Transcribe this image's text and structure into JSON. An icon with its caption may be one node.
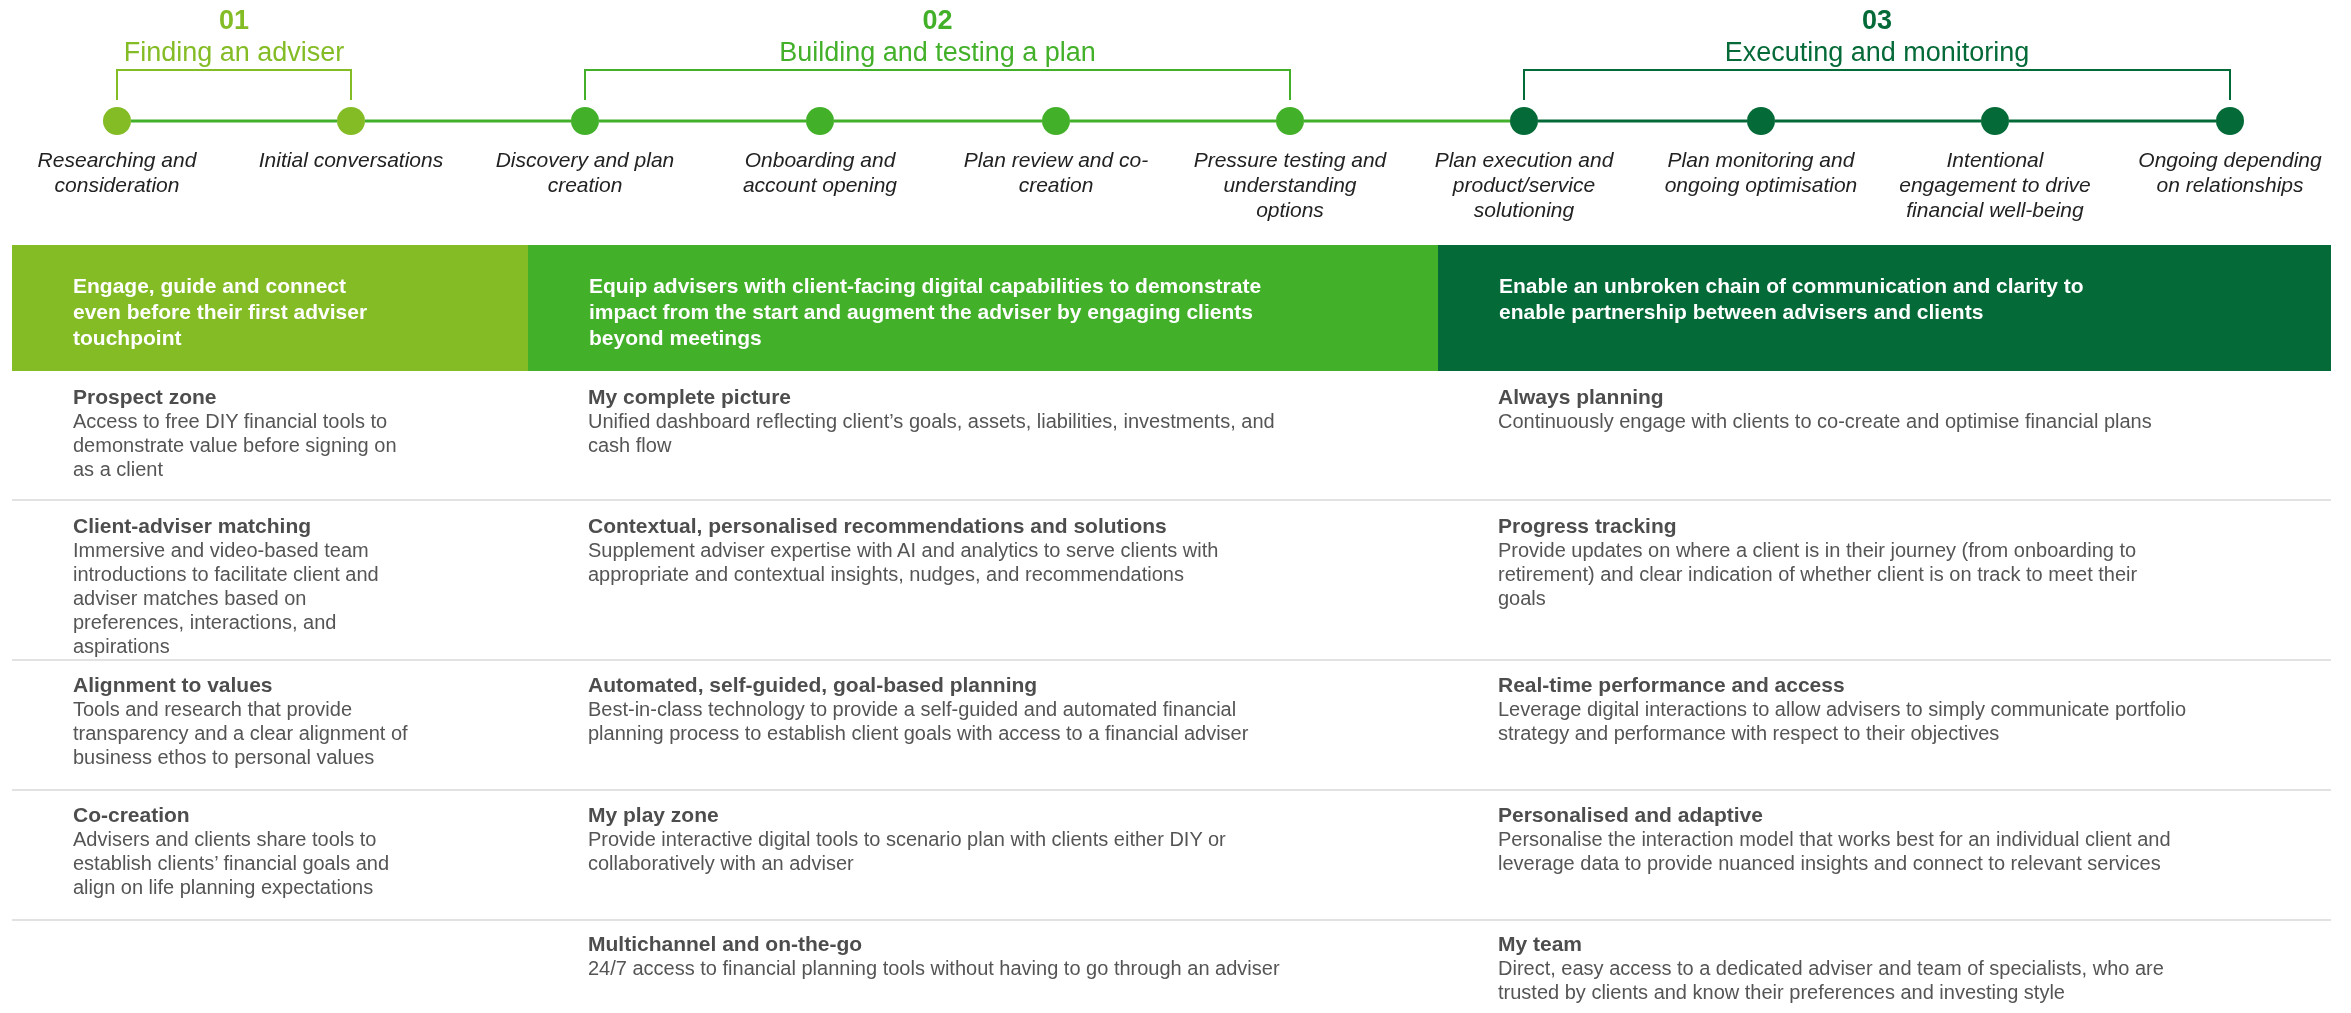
{
  "diagram": {
    "nodes": [
      {
        "text": [],
        "shape": "circle",
        "beside": [
          "Researching and consideration"
        ]
      },
      {
        "text": [],
        "shape": "circle",
        "beside": [
          "Initial conversations"
        ]
      },
      {
        "text": [],
        "shape": "circle",
        "beside": [
          "Discovery and plan creation"
        ]
      },
      {
        "text": [],
        "shape": "circle",
        "beside": [
          "Onboarding and account opening"
        ]
      },
      {
        "text": [],
        "shape": "circle",
        "beside": [
          "Plan review and co-creation"
        ]
      },
      {
        "text": [],
        "shape": "circle",
        "beside": [
          "Pressure testing and understanding options"
        ]
      },
      {
        "text": [],
        "shape": "circle",
        "beside": [
          "Plan execution and product/service solutioning"
        ]
      },
      {
        "text": [],
        "shape": "circle",
        "beside": [
          "Plan monitoring and ongoing optimisation"
        ]
      },
      {
        "text": [],
        "shape": "circle",
        "beside": [
          "Intentional engagement to drive financial well-being"
        ]
      },
      {
        "text": [],
        "shape": "circle",
        "beside": [
          "Ongoing depending on relationships"
        ]
      },
      {
        "text": [
          "Engage, guide and connect even before their first adviser touchpoint"
        ]
      },
      {
        "text": [
          "Equip advisers with client-facing digital capabilities to demonstrate impact from the start and augment the adviser by engaging clients beyond meetings"
        ]
      },
      {
        "text": [
          "Enable an unbroken chain of communication and clarity to enable partnership between advisers and clients"
        ]
      }
    ],
    "edges": [
      {
        "from": 0,
        "to": 1,
        "arrow": "none"
      },
      {
        "from": 1,
        "to": 2,
        "arrow": "none"
      },
      {
        "from": 2,
        "to": 3,
        "arrow": "none"
      },
      {
        "from": 3,
        "to": 4,
        "arrow": "none"
      },
      {
        "from": 4,
        "to": 5,
        "arrow": "none"
      },
      {
        "from": 5,
        "to": 6,
        "arrow": "none"
      },
      {
        "from": 6,
        "to": 7,
        "arrow": "none",
        "color": "#046a38"
      },
      {
        "from": 7,
        "to": 8,
        "arrow": "none",
        "color": "#046a38"
      },
      {
        "from": 8,
        "to": 9,
        "arrow": "none",
        "color": "#046a38"
      }
    ],
    "labels": [
      "01",
      "Finding an adviser",
      "02",
      "Building and testing a plan",
      "03",
      "Executing and monitoring",
      "Prospect zone",
      "Access to free DIY financial tools to demonstrate value before signing on as a client",
      "My complete picture",
      "Unified dashboard reflecting client’s goals, assets, liabilities, investments, and cash flow",
      "Always planning",
      "Continuously engage with clients to co-create and optimise financial plans",
      "Client-adviser matching",
      "Immersive and video-based team introductions to facilitate client and adviser matches based on preferences, interactions, and aspirations",
      "Contextual, personalised recommendations and solutions",
      "Supplement adviser expertise with AI and analytics to serve clients with appropriate and contextual insights, nudges, and recommendations",
      "Progress tracking",
      "Provide updates on where a client is in their journey (from onboarding to retirement) and clear indication of whether client is on track to meet their goals",
      "Alignment to values",
      "Tools and research that provide transparency and a clear alignment of business ethos to personal values",
      "Automated, self-guided, goal-based planning",
      "Best-in-class technology to provide a self-guided and automated financial planning process to establish client goals with access to a financial adviser",
      "Real-time performance and access",
      "Leverage digital interactions to allow advisers to simply communicate portfolio strategy and performance with respect to their objectives",
      "Co-creation",
      "Advisers and clients share tools to establish clients’ financial goals and align on life planning expectations",
      "My play zone",
      "Provide interactive digital tools to scenario plan with clients either DIY or collaboratively with an adviser",
      "Personalised and adaptive",
      "Personalise the interaction model that works best for an individual client and leverage data to provide nuanced insights and connect to relevant services",
      "Multichannel and on-the-go",
      "24/7 access to financial planning tools without having to go through an adviser",
      "My team",
      "Direct, easy access to a dedicated adviser and team of specialists, who are trusted by clients and know their preferences and investing style"
    ]
  }
}
